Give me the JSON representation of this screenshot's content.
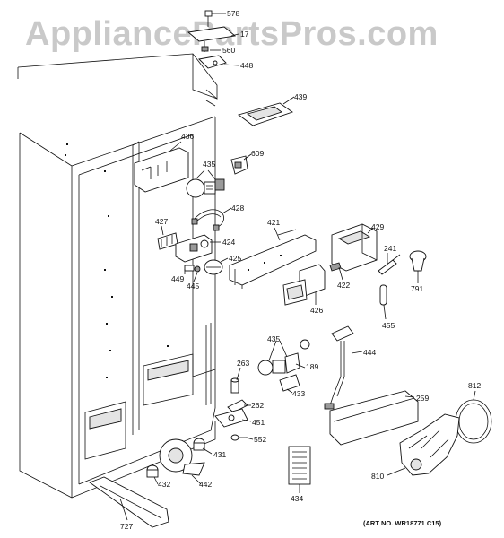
{
  "watermark": "AppliancePartsPros.com",
  "art_number": "(ART NO. WR18771 C15)",
  "part_labels": {
    "p578": "578",
    "p17": "17",
    "p560": "560",
    "p448": "448",
    "p439": "439",
    "p436": "436",
    "p609": "609",
    "p435a": "435",
    "p428": "428",
    "p427": "427",
    "p424": "424",
    "p425": "425",
    "p449": "449",
    "p445": "445",
    "p421": "421",
    "p429": "429",
    "p241": "241",
    "p422": "422",
    "p791": "791",
    "p426": "426",
    "p455": "455",
    "p435b": "435",
    "p189": "189",
    "p444": "444",
    "p263": "263",
    "p433": "433",
    "p262": "262",
    "p259": "259",
    "p812": "812",
    "p451": "451",
    "p552": "552",
    "p431": "431",
    "p810": "810",
    "p432": "432",
    "p442": "442",
    "p434": "434",
    "p727": "727"
  }
}
